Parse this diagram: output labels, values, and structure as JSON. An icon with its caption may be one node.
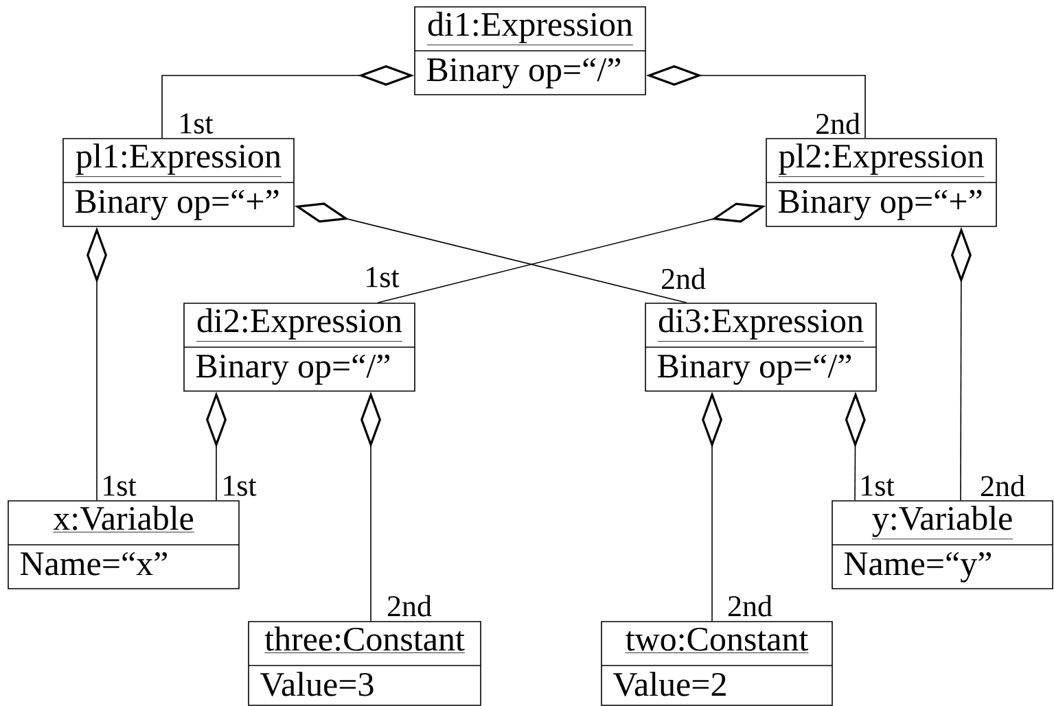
{
  "diagram": {
    "nodes": [
      {
        "text": [
          "di1:Expression",
          "Binary op=“/”"
        ]
      },
      {
        "text": [
          "pl1:Expression",
          "Binary op=“+”"
        ]
      },
      {
        "text": [
          "pl2:Expression",
          "Binary op=“+”"
        ]
      },
      {
        "text": [
          "di2:Expression",
          "Binary op=“/”"
        ]
      },
      {
        "text": [
          "di3:Expression",
          "Binary op=“/”"
        ]
      },
      {
        "text": [
          "x:Variable",
          "Name=“x”"
        ]
      },
      {
        "text": [
          "y:Variable",
          "Name=“y”"
        ]
      },
      {
        "text": [
          "three:Constant",
          "Value=3"
        ]
      },
      {
        "text": [
          "two:Constant",
          "Value=2"
        ]
      }
    ],
    "edges": [
      {
        "from": 0,
        "to": 1,
        "arrow": "other",
        "label": "1st"
      },
      {
        "from": 0,
        "to": 2,
        "arrow": "other",
        "label": "2nd"
      },
      {
        "from": 1,
        "to": 4,
        "arrow": "other",
        "label": "2nd"
      },
      {
        "from": 2,
        "to": 3,
        "arrow": "other",
        "label": "1st"
      },
      {
        "from": 1,
        "to": 5,
        "arrow": "other",
        "label": "1st"
      },
      {
        "from": 3,
        "to": 5,
        "arrow": "other",
        "label": "1st"
      },
      {
        "from": 3,
        "to": 7,
        "arrow": "other",
        "label": "2nd"
      },
      {
        "from": 4,
        "to": 8,
        "arrow": "other",
        "label": "2nd"
      },
      {
        "from": 4,
        "to": 6,
        "arrow": "other",
        "label": "1st"
      },
      {
        "from": 2,
        "to": 6,
        "arrow": "other",
        "label": "2nd"
      }
    ]
  }
}
